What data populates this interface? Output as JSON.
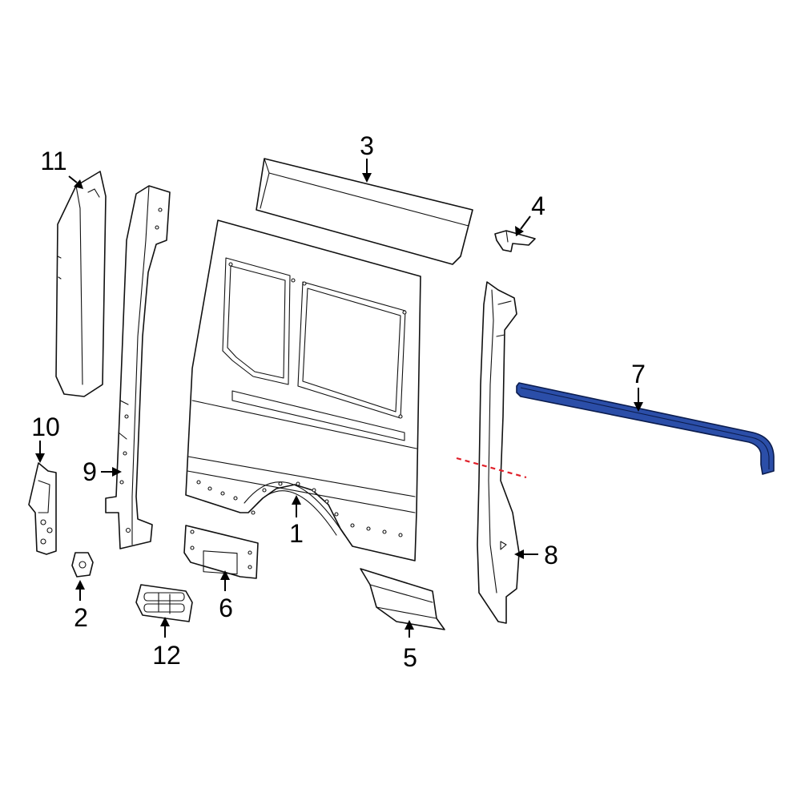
{
  "diagram": {
    "highlight_color": "#2b4ea8",
    "cut_line_color": "#e0202a",
    "callouts": [
      {
        "id": "1",
        "label": "1"
      },
      {
        "id": "2",
        "label": "2"
      },
      {
        "id": "3",
        "label": "3"
      },
      {
        "id": "4",
        "label": "4"
      },
      {
        "id": "5",
        "label": "5"
      },
      {
        "id": "6",
        "label": "6"
      },
      {
        "id": "7",
        "label": "7"
      },
      {
        "id": "8",
        "label": "8"
      },
      {
        "id": "9",
        "label": "9"
      },
      {
        "id": "10",
        "label": "10"
      },
      {
        "id": "11",
        "label": "11"
      },
      {
        "id": "12",
        "label": "12"
      }
    ]
  }
}
